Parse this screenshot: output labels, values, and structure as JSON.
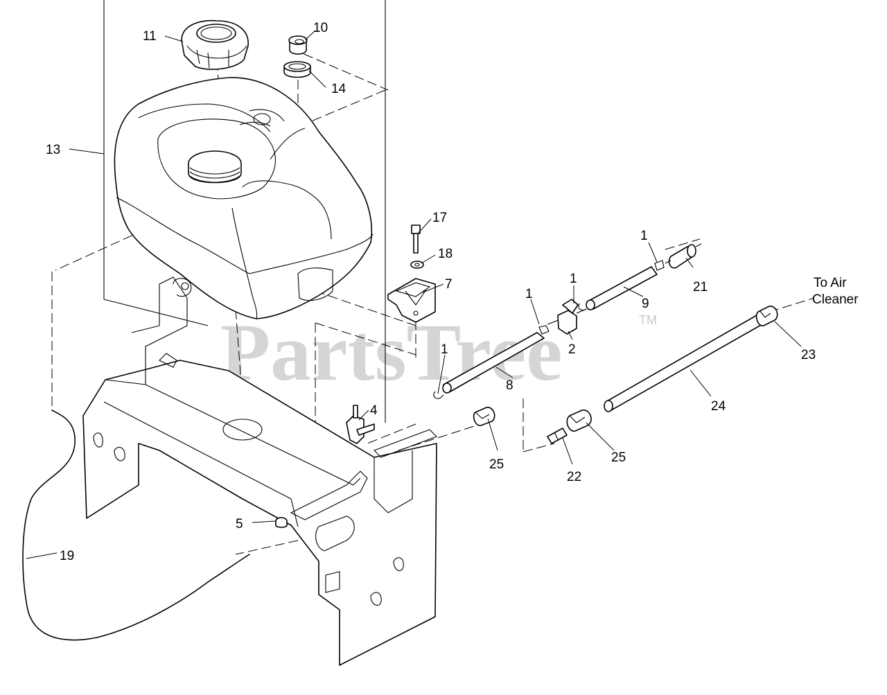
{
  "watermark": {
    "text": "PartsTree",
    "tm": "TM"
  },
  "note": {
    "line1": "To Air",
    "line2": "Cleaner"
  },
  "callouts": [
    {
      "id": "c11",
      "label": "11"
    },
    {
      "id": "c10",
      "label": "10"
    },
    {
      "id": "c14",
      "label": "14"
    },
    {
      "id": "c13",
      "label": "13"
    },
    {
      "id": "c17",
      "label": "17"
    },
    {
      "id": "c18",
      "label": "18"
    },
    {
      "id": "c7",
      "label": "7"
    },
    {
      "id": "c1a",
      "label": "1"
    },
    {
      "id": "c21",
      "label": "21"
    },
    {
      "id": "c1b",
      "label": "1"
    },
    {
      "id": "c9",
      "label": "9"
    },
    {
      "id": "c1c",
      "label": "1"
    },
    {
      "id": "c2",
      "label": "2"
    },
    {
      "id": "c23",
      "label": "23"
    },
    {
      "id": "c1d",
      "label": "1"
    },
    {
      "id": "c8",
      "label": "8"
    },
    {
      "id": "c24",
      "label": "24"
    },
    {
      "id": "c4",
      "label": "4"
    },
    {
      "id": "c25a",
      "label": "25"
    },
    {
      "id": "c25b",
      "label": "25"
    },
    {
      "id": "c22",
      "label": "22"
    },
    {
      "id": "c5",
      "label": "5"
    },
    {
      "id": "c19",
      "label": "19"
    }
  ]
}
